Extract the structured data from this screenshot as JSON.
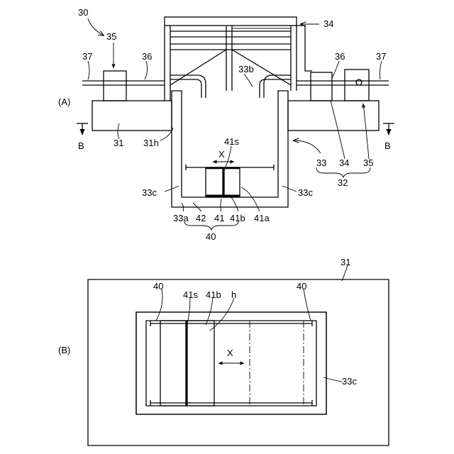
{
  "figure_a": {
    "panel_label": "(A)",
    "labels": {
      "apparatus": "30",
      "motor_left": "35",
      "shaft_left": "37",
      "tube_left": "36",
      "frame": "34",
      "outlet_pipe": "33b",
      "tube_right": "36",
      "shaft_right": "37",
      "base": "31",
      "opening": "31h",
      "section_left": "B",
      "section_right": "B",
      "direction": "X",
      "slit": "41s",
      "wall_left": "33c",
      "wall_right": "33c",
      "bottom_left": "33a",
      "rail": "42",
      "unit": "41",
      "panel_b": "41b",
      "panel_a": "41a",
      "assembly": "40",
      "chamber": "33",
      "drive": "34",
      "motor_right": "35",
      "group": "32"
    }
  },
  "figure_b": {
    "panel_label": "(B)",
    "labels": {
      "base": "31",
      "assembly_left": "40",
      "slit": "41s",
      "panel_b": "41b",
      "hole": "h",
      "assembly_right": "40",
      "direction": "X",
      "wall": "33c"
    }
  }
}
